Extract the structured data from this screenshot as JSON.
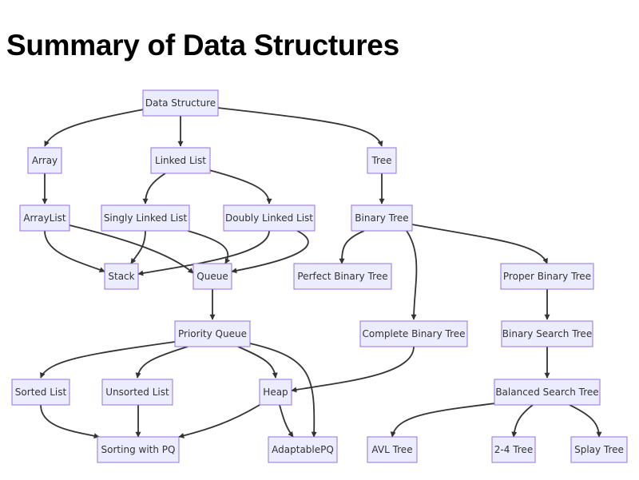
{
  "page": {
    "title": "Summary of Data Structures"
  },
  "colors": {
    "node_fill": "#ECECFF",
    "node_stroke": "#9370DB",
    "edge": "#333333",
    "text": "#333333"
  },
  "nodes": [
    {
      "id": "ds",
      "label": "Data Structure"
    },
    {
      "id": "array",
      "label": "Array"
    },
    {
      "id": "linked",
      "label": "Linked List"
    },
    {
      "id": "tree",
      "label": "Tree"
    },
    {
      "id": "arraylist",
      "label": "ArrayList"
    },
    {
      "id": "singly",
      "label": "Singly Linked List"
    },
    {
      "id": "doubly",
      "label": "Doubly Linked List"
    },
    {
      "id": "binary",
      "label": "Binary Tree"
    },
    {
      "id": "stack",
      "label": "Stack"
    },
    {
      "id": "queue",
      "label": "Queue"
    },
    {
      "id": "perfect",
      "label": "Perfect Binary Tree"
    },
    {
      "id": "proper",
      "label": "Proper Binary Tree"
    },
    {
      "id": "pq",
      "label": "Priority Queue"
    },
    {
      "id": "complete",
      "label": "Complete Binary Tree"
    },
    {
      "id": "bst",
      "label": "Binary Search Tree"
    },
    {
      "id": "sorted",
      "label": "Sorted List"
    },
    {
      "id": "unsorted",
      "label": "Unsorted List"
    },
    {
      "id": "heap",
      "label": "Heap"
    },
    {
      "id": "balanced",
      "label": "Balanced Search Tree"
    },
    {
      "id": "sortpq",
      "label": "Sorting with PQ"
    },
    {
      "id": "adaptable",
      "label": "AdaptablePQ"
    },
    {
      "id": "avl",
      "label": "AVL Tree"
    },
    {
      "id": "t24",
      "label": "2-4 Tree"
    },
    {
      "id": "splay",
      "label": "Splay Tree"
    }
  ],
  "edges": [
    {
      "from": "ds",
      "to": "array"
    },
    {
      "from": "ds",
      "to": "linked"
    },
    {
      "from": "ds",
      "to": "tree"
    },
    {
      "from": "array",
      "to": "arraylist"
    },
    {
      "from": "linked",
      "to": "singly"
    },
    {
      "from": "linked",
      "to": "doubly"
    },
    {
      "from": "tree",
      "to": "binary"
    },
    {
      "from": "arraylist",
      "to": "stack"
    },
    {
      "from": "arraylist",
      "to": "queue"
    },
    {
      "from": "singly",
      "to": "stack"
    },
    {
      "from": "singly",
      "to": "queue"
    },
    {
      "from": "doubly",
      "to": "stack"
    },
    {
      "from": "doubly",
      "to": "queue"
    },
    {
      "from": "binary",
      "to": "perfect"
    },
    {
      "from": "binary",
      "to": "complete"
    },
    {
      "from": "binary",
      "to": "proper"
    },
    {
      "from": "queue",
      "to": "pq"
    },
    {
      "from": "proper",
      "to": "bst"
    },
    {
      "from": "pq",
      "to": "sorted"
    },
    {
      "from": "pq",
      "to": "unsorted"
    },
    {
      "from": "pq",
      "to": "heap"
    },
    {
      "from": "pq",
      "to": "adaptable"
    },
    {
      "from": "complete",
      "to": "heap"
    },
    {
      "from": "bst",
      "to": "balanced"
    },
    {
      "from": "sorted",
      "to": "sortpq"
    },
    {
      "from": "unsorted",
      "to": "sortpq"
    },
    {
      "from": "heap",
      "to": "sortpq"
    },
    {
      "from": "heap",
      "to": "adaptable"
    },
    {
      "from": "balanced",
      "to": "avl"
    },
    {
      "from": "balanced",
      "to": "t24"
    },
    {
      "from": "balanced",
      "to": "splay"
    }
  ]
}
